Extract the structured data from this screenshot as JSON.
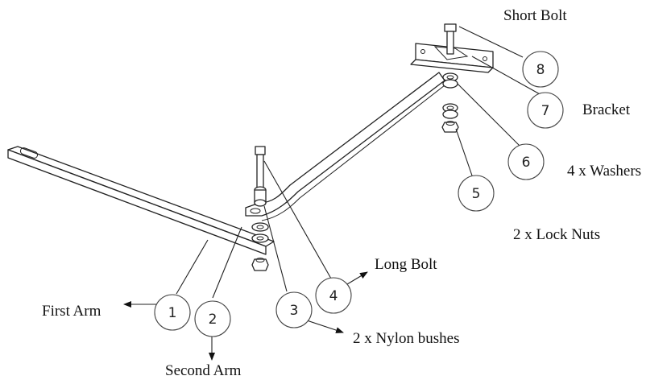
{
  "labels": {
    "short_bolt": "Short Bolt",
    "bracket": "Bracket",
    "washers": "4 x Washers",
    "lock_nuts": "2 x Lock Nuts",
    "long_bolt": "Long Bolt",
    "first_arm": "First Arm",
    "nylon_bushes": "2 x Nylon bushes",
    "second_arm": "Second Arm"
  },
  "callouts": [
    "1",
    "2",
    "3",
    "4",
    "5",
    "6",
    "7",
    "8"
  ]
}
